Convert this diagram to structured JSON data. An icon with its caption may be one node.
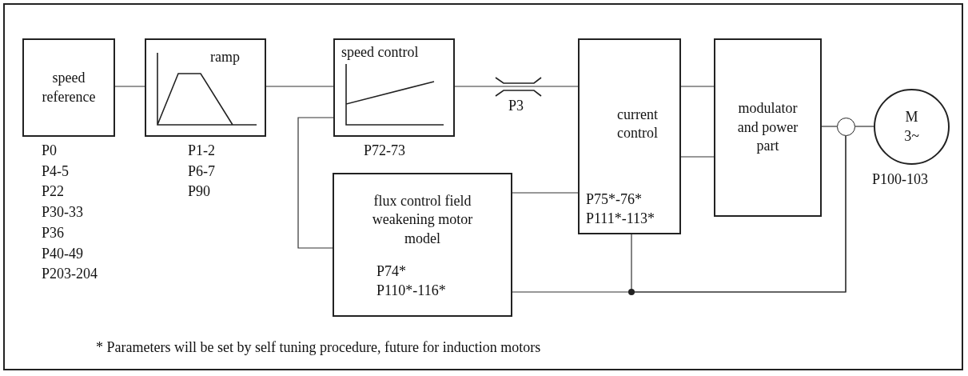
{
  "diagram": {
    "nodes": [
      {
        "text": [
          "speed reference"
        ],
        "beside": [
          "P0",
          "P4-5",
          "P22",
          "P30-33",
          "P36",
          "P40-49",
          "P203-204"
        ]
      },
      {
        "text": [
          "ramp"
        ],
        "beside": [
          "P1-2",
          "P6-7",
          "P90"
        ]
      },
      {
        "text": [
          "speed control"
        ],
        "beside": [
          "P72-73"
        ]
      },
      {
        "text": [
          "current control",
          "P75*-76* P111*-113*"
        ]
      },
      {
        "text": [
          "modulator and power part"
        ]
      },
      {
        "text": [
          "M 3~"
        ],
        "beside": [
          "P100-103"
        ]
      },
      {
        "text": [
          "flux control field weakening motor model",
          "P74* P110*-116*"
        ]
      },
      {
        "text": [],
        "shape": "circle"
      }
    ],
    "edges": [
      {
        "from": 0,
        "to": 1,
        "arrow": "none"
      },
      {
        "from": 1,
        "to": 2,
        "arrow": "none"
      },
      {
        "from": 2,
        "to": 3,
        "arrow": "none",
        "label": "P3"
      },
      {
        "from": 6,
        "to": 2,
        "arrow": "none"
      },
      {
        "from": 6,
        "to": 3,
        "arrow": "none"
      },
      {
        "from": 3,
        "to": 4,
        "arrow": "none"
      },
      {
        "from": 3,
        "to": 4,
        "arrow": "none"
      },
      {
        "from": 4,
        "to": 7,
        "arrow": "none"
      },
      {
        "from": 7,
        "to": 5,
        "arrow": "none"
      },
      {
        "from": 7,
        "to": 6,
        "arrow": "none"
      },
      {
        "from": 7,
        "to": 3,
        "arrow": "none"
      }
    ],
    "labels": [
      "* Parameters will be set by self tuning procedure, future for induction motors"
    ]
  }
}
